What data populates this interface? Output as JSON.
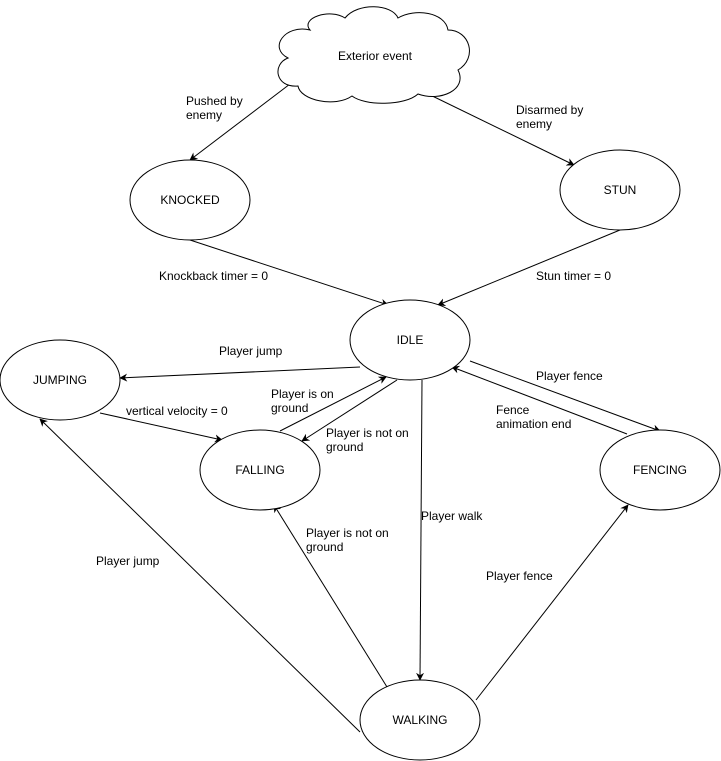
{
  "diagram": {
    "type": "state-diagram",
    "colors": {
      "stroke": "#000000",
      "fill": "#ffffff",
      "text": "#000000"
    },
    "nodes": {
      "exterior": {
        "label": "Exterior event",
        "shape": "cloud"
      },
      "knocked": {
        "label": "KNOCKED",
        "shape": "ellipse"
      },
      "stun": {
        "label": "STUN",
        "shape": "ellipse"
      },
      "idle": {
        "label": "IDLE",
        "shape": "ellipse"
      },
      "jumping": {
        "label": "JUMPING",
        "shape": "ellipse"
      },
      "falling": {
        "label": "FALLING",
        "shape": "ellipse"
      },
      "fencing": {
        "label": "FENCING",
        "shape": "ellipse"
      },
      "walking": {
        "label": "WALKING",
        "shape": "ellipse"
      }
    },
    "edges": {
      "exterior_knocked": {
        "from": "Exterior event",
        "to": "KNOCKED",
        "label": [
          "Pushed by",
          "enemy"
        ]
      },
      "exterior_stun": {
        "from": "Exterior event",
        "to": "STUN",
        "label": [
          "Disarmed by",
          "enemy"
        ]
      },
      "knocked_idle": {
        "from": "KNOCKED",
        "to": "IDLE",
        "label": [
          "Knockback timer = 0"
        ]
      },
      "stun_idle": {
        "from": "STUN",
        "to": "IDLE",
        "label": [
          "Stun timer = 0"
        ]
      },
      "idle_jumping": {
        "from": "IDLE",
        "to": "JUMPING",
        "label": [
          "Player jump"
        ]
      },
      "jumping_falling": {
        "from": "JUMPING",
        "to": "FALLING",
        "label": [
          "vertical velocity = 0"
        ]
      },
      "falling_idle": {
        "from": "FALLING",
        "to": "IDLE",
        "label": [
          "Player is on",
          "ground"
        ]
      },
      "idle_falling": {
        "from": "IDLE",
        "to": "FALLING",
        "label": [
          "Player is not on",
          "ground"
        ]
      },
      "idle_fencing": {
        "from": "IDLE",
        "to": "FENCING",
        "label": [
          "Player fence"
        ]
      },
      "fencing_idle": {
        "from": "FENCING",
        "to": "IDLE",
        "label": [
          "Fence",
          "animation end"
        ]
      },
      "idle_walking": {
        "from": "IDLE",
        "to": "WALKING",
        "label": [
          "Player walk"
        ]
      },
      "walking_falling": {
        "from": "WALKING",
        "to": "FALLING",
        "label": [
          "Player is not on",
          "ground"
        ]
      },
      "walking_jumping": {
        "from": "WALKING",
        "to": "JUMPING",
        "label": [
          "Player jump"
        ]
      },
      "walking_fencing": {
        "from": "WALKING",
        "to": "FENCING",
        "label": [
          "Player fence"
        ]
      }
    }
  }
}
